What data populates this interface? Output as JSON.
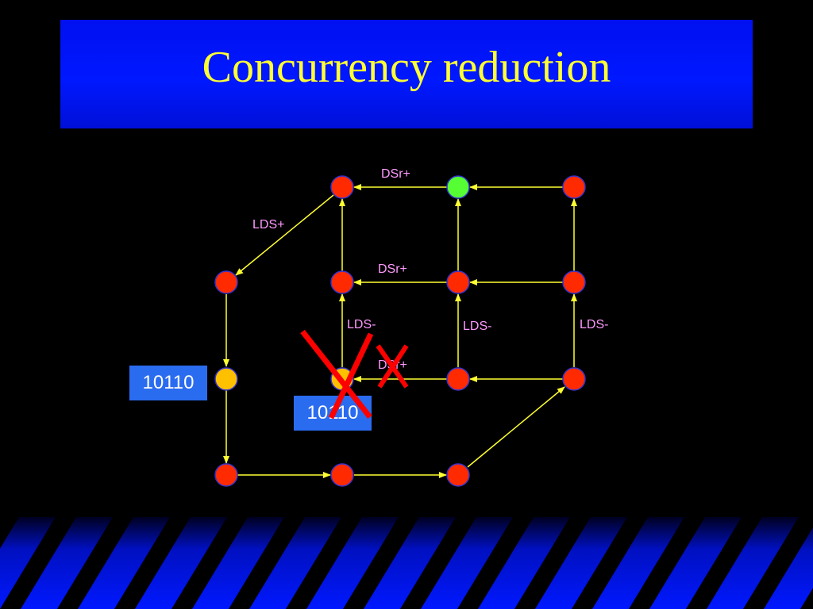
{
  "slide": {
    "title": "Concurrency reduction"
  },
  "diagram": {
    "labels": {
      "dsr_plus_top": "DSr+",
      "lds_plus": "LDS+",
      "dsr_plus_mid": "DSr+",
      "lds_minus_left": "LDS-",
      "lds_minus_center": "LDS-",
      "lds_minus_right": "LDS-",
      "dsr_plus_bottom": "DSr+"
    },
    "state_codes": {
      "left": "10110",
      "center": "10110"
    },
    "colors": {
      "node_default": "#ff2a00",
      "node_initial": "#55ff33",
      "node_highlight": "#ffc000",
      "edge": "#ffff33",
      "edge_label": "#ff99ff",
      "cross_mark": "#ff0000",
      "state_box": "#2a6cf0"
    }
  }
}
